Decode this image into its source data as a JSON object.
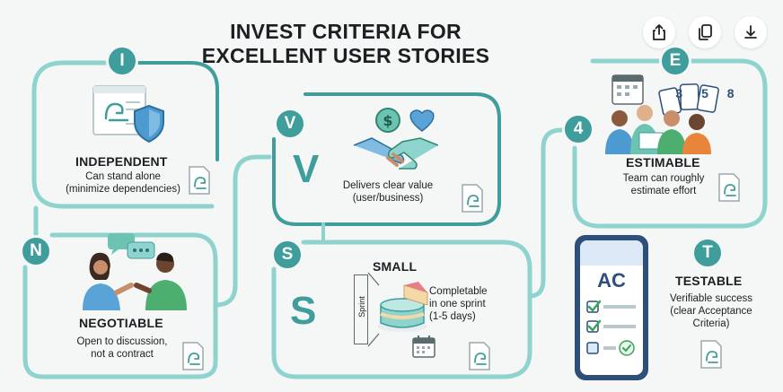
{
  "title": {
    "line1": "INVEST CRITERIA FOR",
    "line2": "EXCELLENT USER STORIES"
  },
  "toolbar": {
    "share_icon": "share-icon",
    "copy_icon": "copy-icon",
    "download_icon": "download-icon"
  },
  "independent": {
    "badge": "I",
    "heading": "INDEPENDENT",
    "desc_line1": "Can stand alone",
    "desc_line2": "(minimize dependencies)"
  },
  "negotiable": {
    "badge": "N",
    "heading": "NEGOTIABLE",
    "desc_line1": "Open to discussion,",
    "desc_line2": "not a contract"
  },
  "valuable": {
    "badge": "V",
    "big_letter": "V",
    "desc_line1": "Delivers clear value",
    "desc_line2": "(user/business)"
  },
  "small": {
    "badge": "S",
    "big_letter": "S",
    "heading": "SMALL",
    "sprint_label": "Sprint",
    "desc_line1": "Completable",
    "desc_line2": "in one sprint",
    "desc_line3": "(1-5 days)"
  },
  "estimable": {
    "badge": "E",
    "number_badge": "4",
    "heading": "ESTIMABLE",
    "desc_line1": "Team can roughly",
    "desc_line2": "estimate effort",
    "cards": [
      "3",
      "5",
      "8"
    ]
  },
  "testable": {
    "badge": "T",
    "heading": "TESTABLE",
    "desc_line1": "Verifiable success",
    "desc_line2": "(clear Acceptance",
    "desc_line3": "Criteria)",
    "phone_label": "AC"
  },
  "colors": {
    "teal": "#3f9e9c",
    "light_teal": "#8fd3cf",
    "background": "#f4f7f6"
  }
}
